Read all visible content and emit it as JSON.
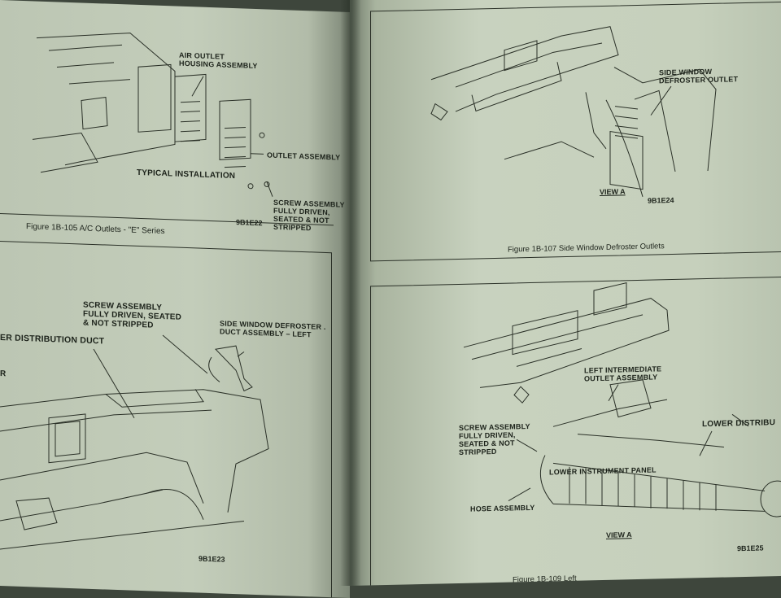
{
  "left_page": {
    "fig105": {
      "labels": {
        "air_outlet": "AIR OUTLET\nHOUSING ASSEMBLY",
        "outlet_assembly": "OUTLET ASSEMBLY",
        "typical": "TYPICAL INSTALLATION",
        "screw": "SCREW ASSEMBLY\nFULLY DRIVEN,\nSEATED & NOT\nSTRIPPED"
      },
      "id": "9B1E22",
      "caption": "Figure 1B-105 A/C Outlets - \"E\" Series"
    },
    "fig_lower": {
      "labels": {
        "screw": "SCREW ASSEMBLY\nFULLY DRIVEN, SEATED\n& NOT STRIPPED",
        "defroster": "SIDE WINDOW DEFROSTER .\nDUCT ASSEMBLY – LEFT",
        "distribution": "ER DISTRIBUTION DUCT",
        "edge_r": "R"
      },
      "id": "9B1E23"
    }
  },
  "right_page": {
    "fig107": {
      "labels": {
        "side_window": "SIDE WINDOW\nDEFROSTER OUTLET"
      },
      "view": "VIEW A",
      "id": "9B1E24",
      "caption": "Figure 1B-107 Side Window Defroster Outlets"
    },
    "fig_lower": {
      "labels": {
        "left_intermediate": "LEFT INTERMEDIATE\nOUTLET ASSEMBLY",
        "screw": "SCREW ASSEMBLY\nFULLY DRIVEN,\nSEATED & NOT\nSTRIPPED",
        "lower_distrib": "LOWER DISTRIBU",
        "lower_panel": "LOWER INSTRUMENT PANEL",
        "hose": "HOSE ASSEMBLY"
      },
      "view": "VIEW A",
      "id": "9B1E25",
      "caption": "Figure 1B-109 Left"
    }
  }
}
